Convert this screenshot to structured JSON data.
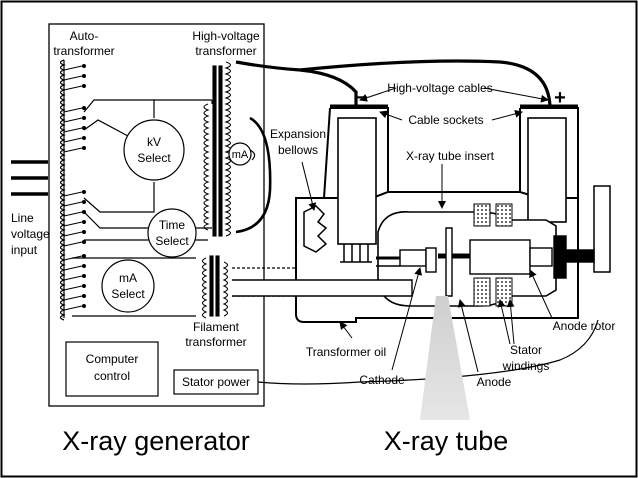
{
  "labels": {
    "autotransformer_1": "Auto-",
    "autotransformer_2": "transformer",
    "hv_transformer_1": "High-voltage",
    "hv_transformer_2": "transformer",
    "kv_select_1": "kV",
    "kv_select_2": "Select",
    "time_select_1": "Time",
    "time_select_2": "Select",
    "ma_select_1": "mA",
    "ma_select_2": "Select",
    "ma_meter": "mA",
    "line_voltage_1": "Line",
    "line_voltage_2": "voltage",
    "line_voltage_3": "input",
    "filament_transformer_1": "Filament",
    "filament_transformer_2": "transformer",
    "computer_control_1": "Computer",
    "computer_control_2": "control",
    "stator_power": "Stator power",
    "hv_cables": "High-voltage cables",
    "cable_sockets": "Cable sockets",
    "expansion_bellows_1": "Expansion",
    "expansion_bellows_2": "bellows",
    "tube_insert": "X-ray tube insert",
    "transformer_oil": "Transformer oil",
    "cathode": "Cathode",
    "anode": "Anode",
    "stator_windings_1": "Stator",
    "stator_windings_2": "windings",
    "anode_rotor": "Anode rotor",
    "minus_sign": "−",
    "plus_sign": "+"
  },
  "captions": {
    "generator": "X-ray generator",
    "tube": "X-ray tube"
  }
}
